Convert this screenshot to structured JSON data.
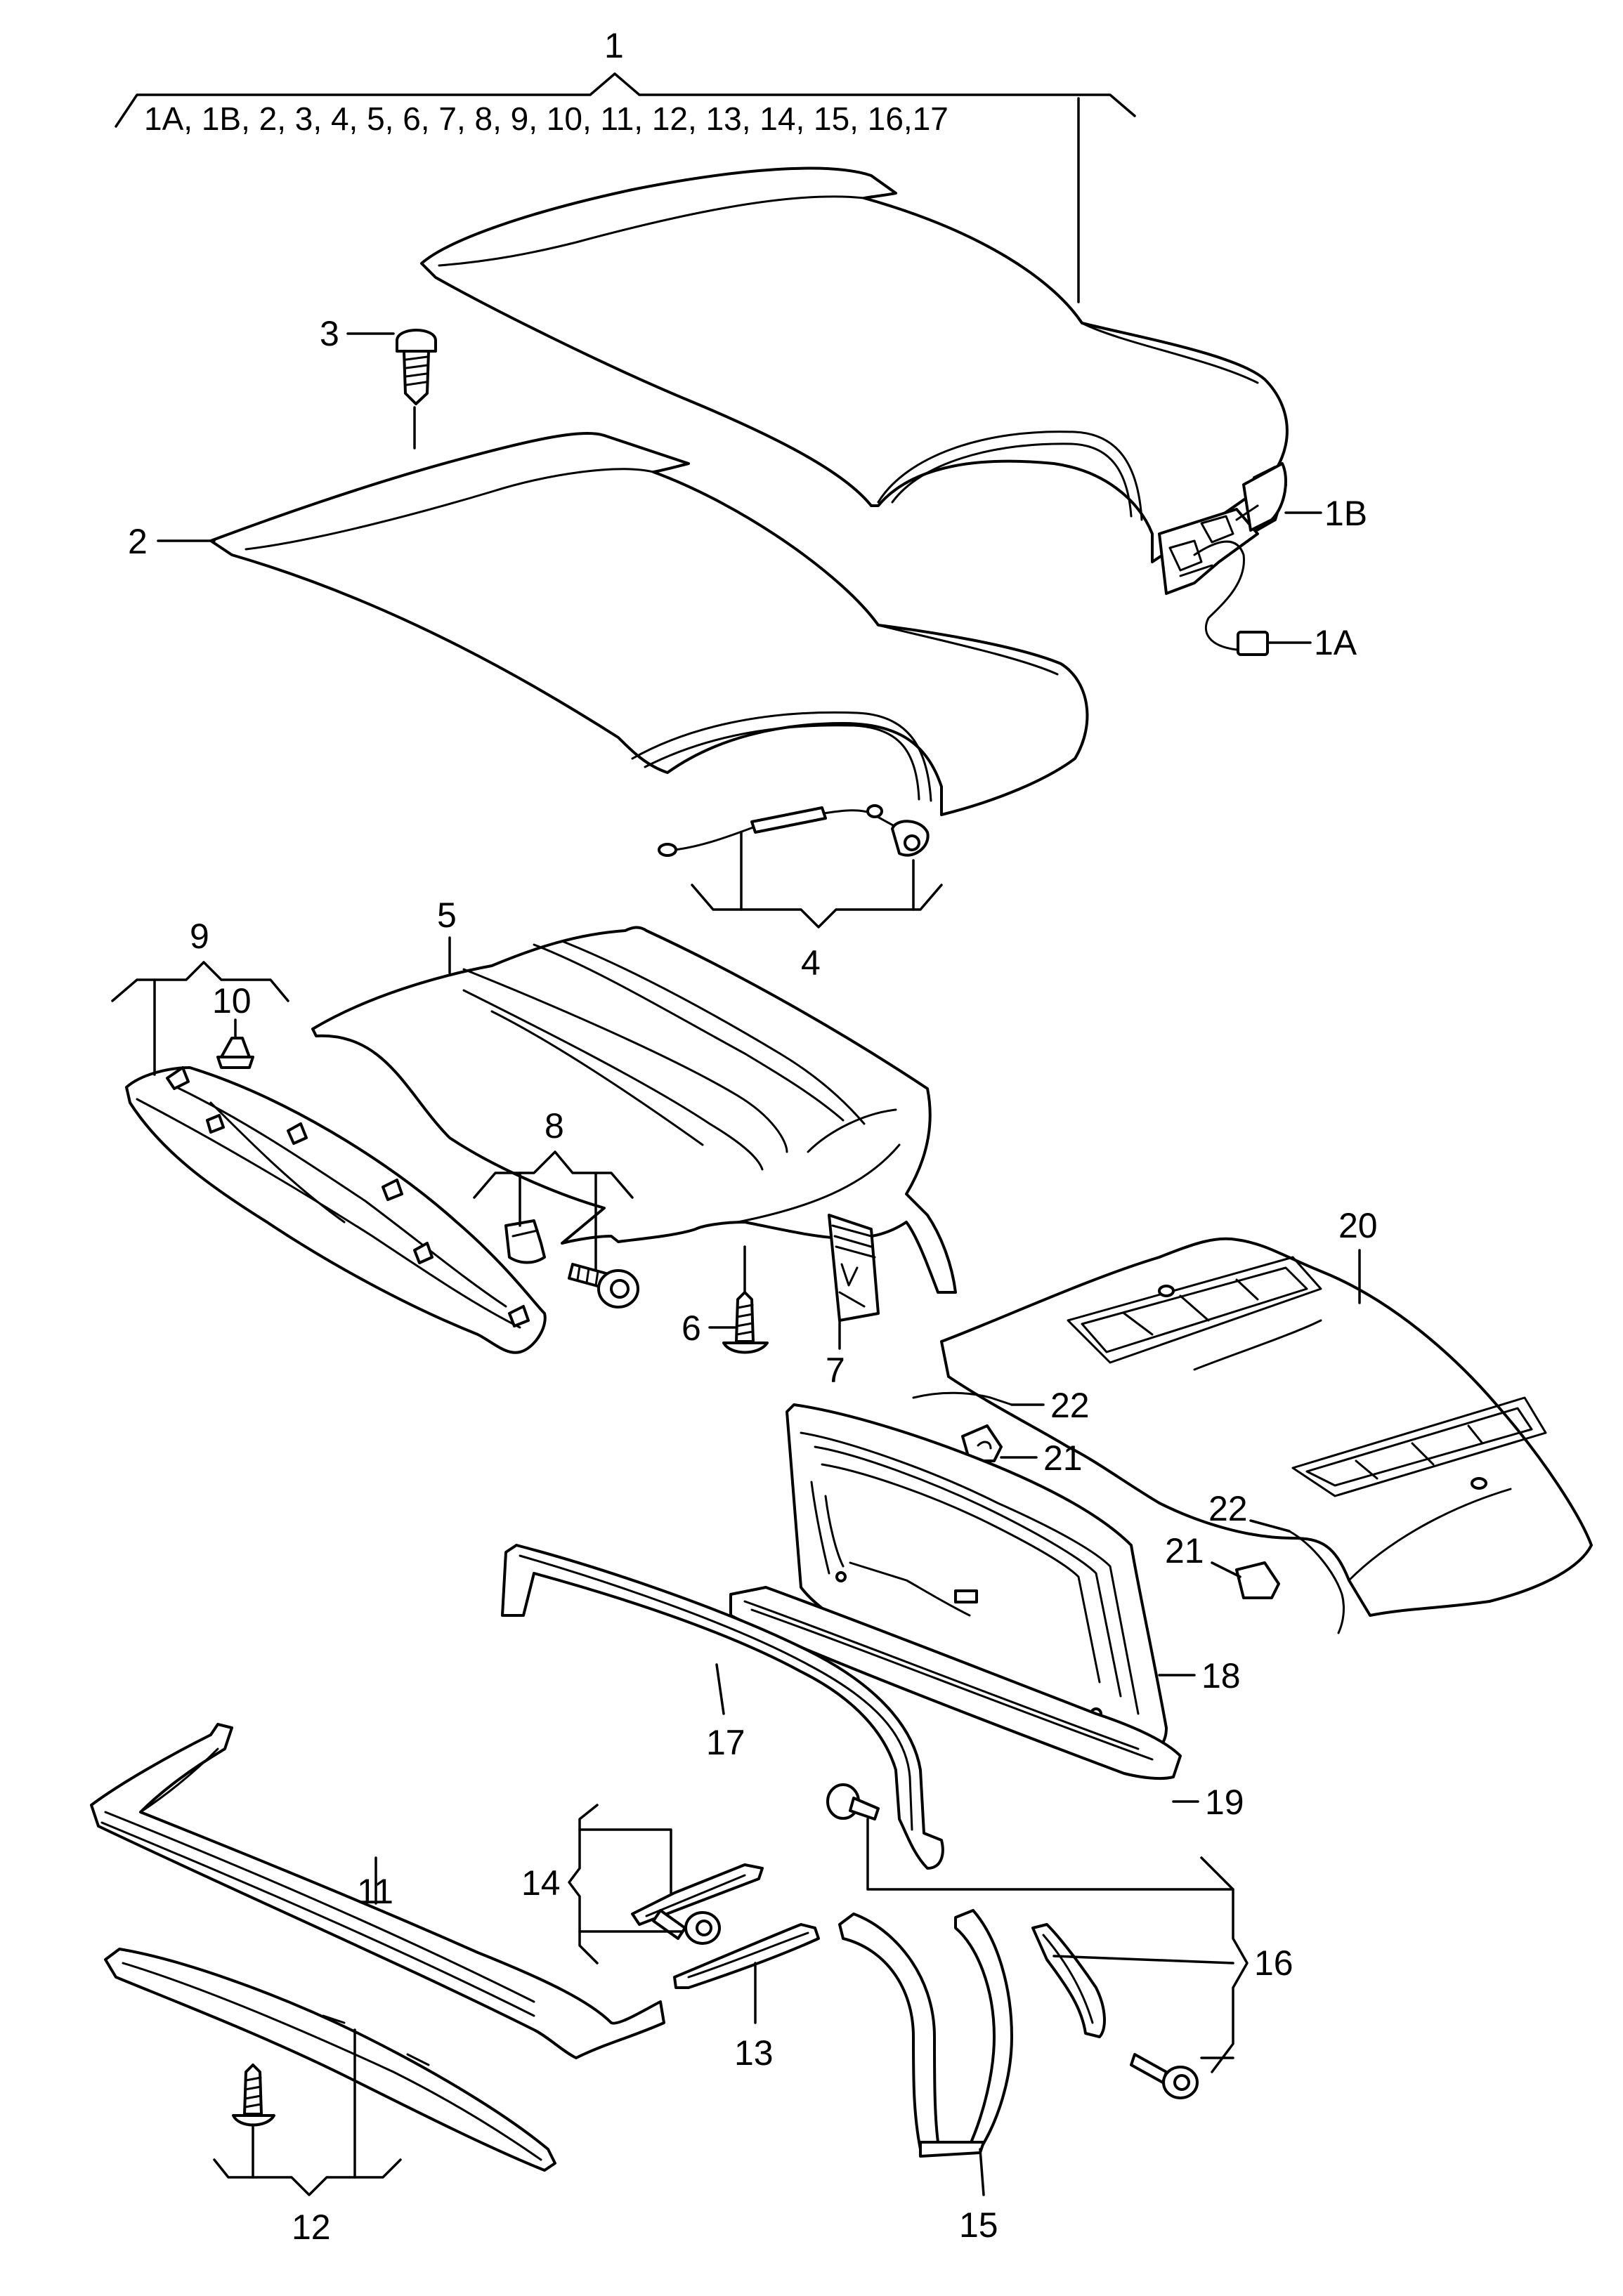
{
  "labels": {
    "p1": "1",
    "p1_list": "1A, 1B, 2, 3, 4, 5, 6, 7, 8, 9, 10, 11, 12, 13, 14, 15, 16,17",
    "p1a": "1A",
    "p1b": "1B",
    "p2": "2",
    "p3": "3",
    "p4": "4",
    "p5": "5",
    "p6": "6",
    "p7": "7",
    "p8": "8",
    "p9": "9",
    "p10": "10",
    "p11": "11",
    "p12": "12",
    "p13": "13",
    "p14": "14",
    "p15": "15",
    "p16": "16",
    "p17": "17",
    "p18": "18",
    "p19": "19",
    "p20": "20",
    "p21a": "21",
    "p21b": "21",
    "p22a": "22",
    "p22b": "22"
  }
}
